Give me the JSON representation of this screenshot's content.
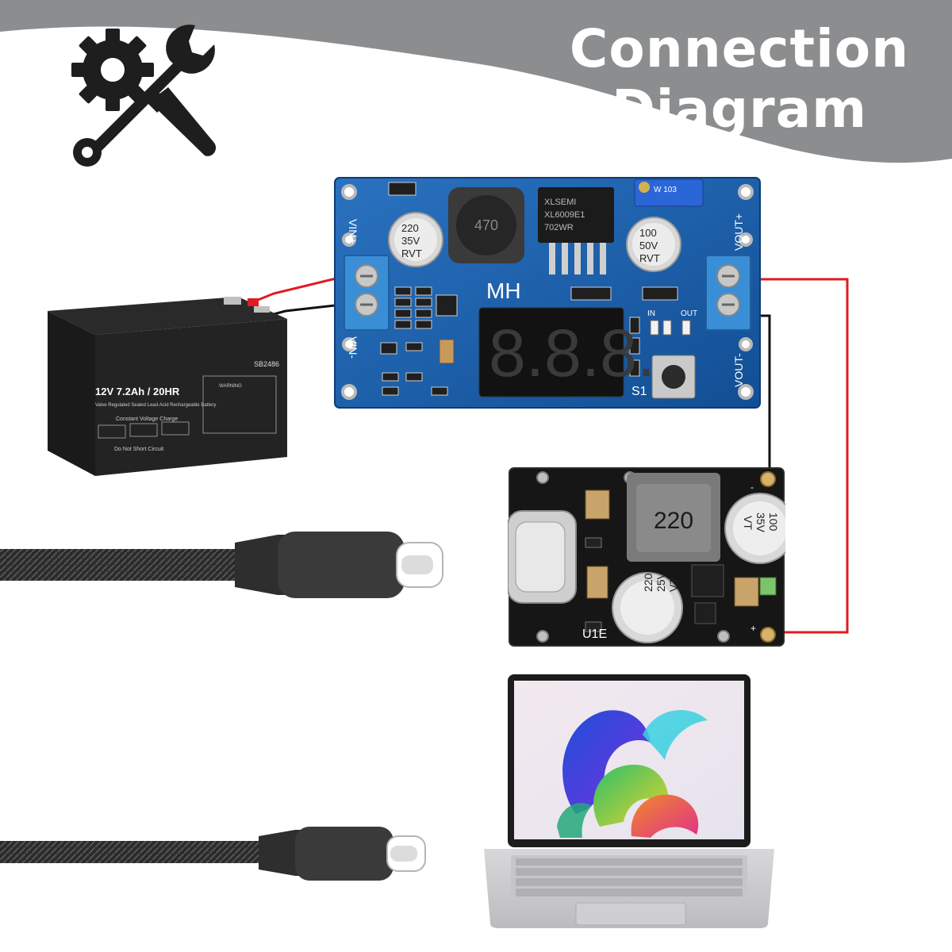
{
  "header": {
    "title_line1": "Connection",
    "title_line2": "Diagram",
    "icon": "tools-icon"
  },
  "colors": {
    "banner": "#8b8d8f",
    "wire_red": "#e01b24",
    "wire_black": "#111111",
    "pcb_blue": "#1b5fa8"
  },
  "boost_module": {
    "vin_plus": "VIN+",
    "vin_minus": "VIN-",
    "vout_plus": "VOUT+",
    "vout_minus": "VOUT-",
    "brand": "MH",
    "button_label": "S1",
    "led_in": "IN",
    "led_out": "OUT",
    "pot": "W 103",
    "cap1": [
      "220",
      "35V",
      "RVT"
    ],
    "cap2": [
      "100",
      "50V",
      "RVT"
    ],
    "inductor": "470",
    "chip": [
      "XLSEMI",
      "XL6009E1",
      "702WR"
    ],
    "display": "8.8.8."
  },
  "battery": {
    "code": "SB2486",
    "spec": "12V 7.2Ah / 20HR",
    "subtitle": "Valve Regulated Sealed Lead-Acid Rechargeable Battery",
    "cvc": "Constant Voltage Charge",
    "footer": "Do Not Short Circuit",
    "warning": "WARNING"
  },
  "typec_module": {
    "label": "U1E",
    "inductor": "220",
    "cap1": [
      "100",
      "35V",
      "VT"
    ],
    "cap2": [
      "220",
      "25V",
      "VT"
    ],
    "plus": "+",
    "minus": "-"
  }
}
